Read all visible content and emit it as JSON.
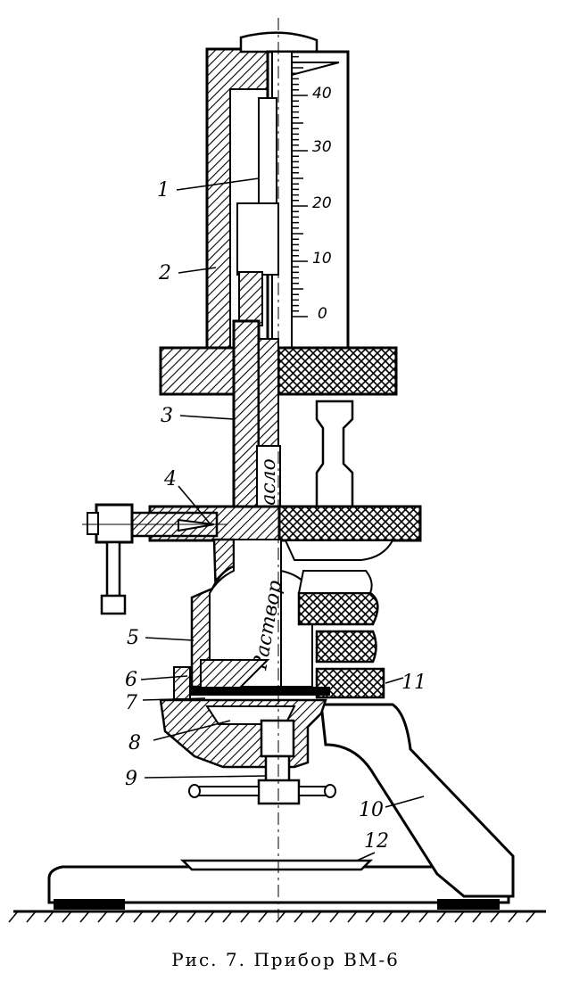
{
  "figure": {
    "caption": "Рис. 7. Прибор ВМ-6",
    "scale_labels": [
      "40",
      "30",
      "20",
      "10",
      "0"
    ],
    "text_oil": "масло",
    "text_solution": "Раствор",
    "part_labels": [
      "1",
      "2",
      "3",
      "4",
      "5",
      "6",
      "7",
      "8",
      "9",
      "10",
      "11",
      "12"
    ]
  }
}
